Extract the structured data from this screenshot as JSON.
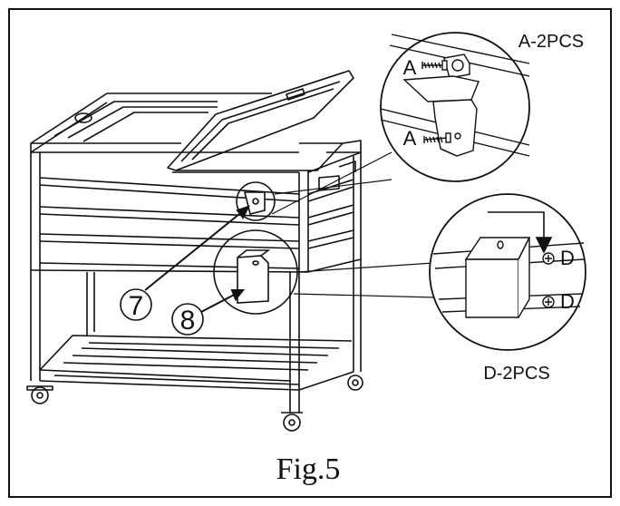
{
  "figure": {
    "caption": "Fig.5",
    "callouts": [
      {
        "number": "7"
      },
      {
        "number": "8"
      }
    ],
    "detail_top": {
      "part_count": "A-2PCS",
      "screw_label_1": "A",
      "screw_label_2": "A"
    },
    "detail_bottom": {
      "part_count": "D-2PCS",
      "screw_label_1": "D",
      "screw_label_2": "D"
    }
  }
}
